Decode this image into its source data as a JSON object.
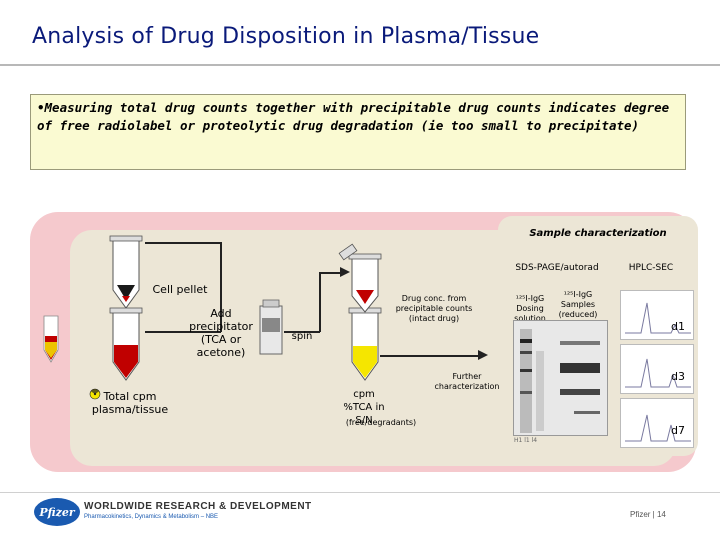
{
  "slide": {
    "title": "Analysis of Drug Disposition in Plasma/Tissue",
    "summary": "•Measuring total drug counts together with precipitable drug counts indicates degree of free radiolabel or proteolytic drug degradation (ie too small to precipitate)"
  },
  "diagram": {
    "sample_characterization": "Sample characterization",
    "sds_page": "SDS-PAGE/autorad",
    "hplc_sec": "HPLC-SEC",
    "cell_pellet": "Cell pellet",
    "add_precipitator": "Add precipitator (TCA or acetone)",
    "spin": "spin",
    "drug_conc": "Drug conc. from precipitable counts (intact drug)",
    "total_cpm": "Total cpm plasma/tissue",
    "cpm_tca": "cpm %TCA in S/N",
    "free_degradants": "(free/degradants)",
    "further_characterization": "Further characterization",
    "igg_dosing": "¹²⁵I-IgG Dosing solution",
    "igg_samples": "¹²⁵I-IgG Samples (reduced)",
    "gel_lane_labels": "H1  l1  l4",
    "d1": "d1",
    "d3": "d3",
    "d7": "d7",
    "colors": {
      "outer_panel": "#f5c9cd",
      "inner_panel": "#ece6d6",
      "tube_liquid_red": "#c00000",
      "tube_liquid_yellow": "#f5e600",
      "title_blue": "#0a1a7a"
    }
  },
  "footer": {
    "logo": "Pfizer",
    "org": "WORLDWIDE RESEARCH & DEVELOPMENT",
    "sub": "Pharmacokinetics, Dynamics & Metabolism – NBE",
    "page": "Pfizer | 14"
  }
}
